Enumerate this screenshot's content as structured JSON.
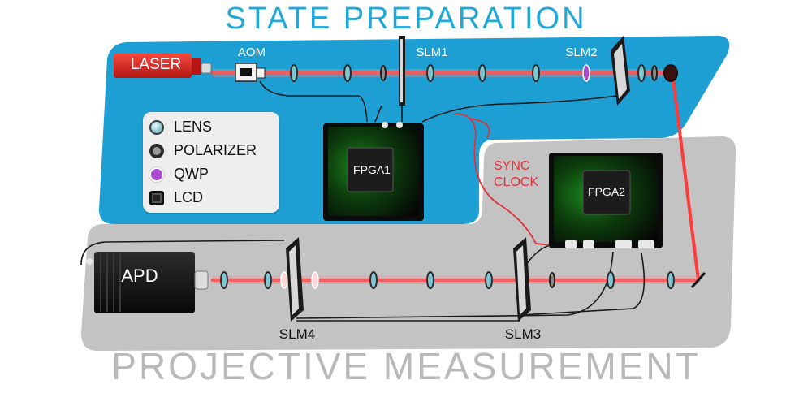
{
  "titles": {
    "top": "STATE PREPARATION",
    "bottom": "PROJECTIVE MEASUREMENT"
  },
  "components": {
    "laser": "LASER",
    "aom": "AOM",
    "slm1": "SLM1",
    "slm2": "SLM2",
    "slm3": "SLM3",
    "slm4": "SLM4",
    "fpga1": "FPGA1",
    "fpga2": "FPGA2",
    "apd": "APD"
  },
  "sync_clock": [
    "SYNC",
    "CLOCK"
  ],
  "legend": [
    {
      "label": "LENS",
      "icon": "lens-icon"
    },
    {
      "label": "POLARIZER",
      "icon": "polarizer-icon"
    },
    {
      "label": "QWP",
      "icon": "qwp-icon"
    },
    {
      "label": "LCD",
      "icon": "lcd-icon"
    }
  ],
  "colors": {
    "state_panel": "#1e9fd3",
    "measure_panel": "#c3c3c3",
    "beam": "#ff3b3b",
    "laser_body": "#e2211f",
    "sync_text": "#e0303a",
    "title_top": "#1fa8d8",
    "title_bottom": "#b9b9b9"
  }
}
